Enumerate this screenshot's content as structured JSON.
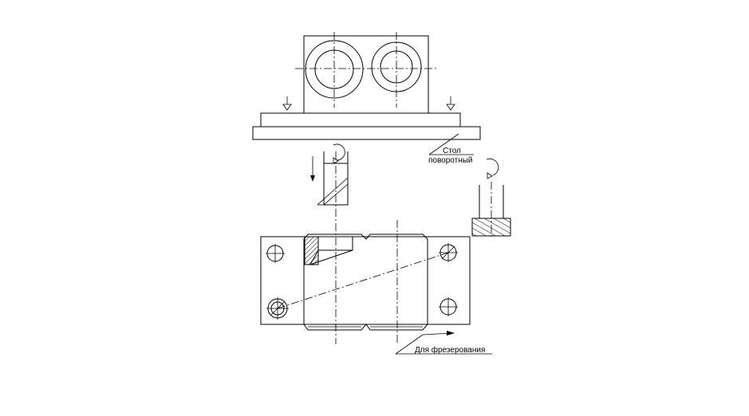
{
  "labels": {
    "table_line1": "Стол",
    "table_line2": "поворотный",
    "milling": "Для фрезерования"
  }
}
